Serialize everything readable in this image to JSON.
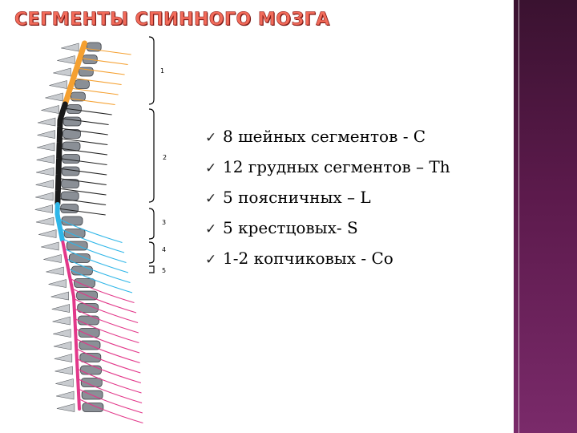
{
  "title": "СЕГМЕНТЫ СПИННОГО МОЗГА",
  "colors": {
    "cervical": "#f5a030",
    "thoracic": "#1a1a1a",
    "lumbar": "#2fb6e8",
    "sacral": "#e2388a",
    "coccygeal": "#e2388a",
    "vertebra": "#8a8f96",
    "sidebar": "#5c1a4c"
  },
  "diagram": {
    "region_labels": [
      "1",
      "2",
      "3",
      "4",
      "5"
    ]
  },
  "bullets": [
    {
      "icon": "checkmark-icon",
      "text": "8 шейных сегментов - С"
    },
    {
      "icon": "checkmark-icon",
      "text": "12 грудных сегментов – Th"
    },
    {
      "icon": "checkmark-icon",
      "text": "5 поясничных – L"
    },
    {
      "icon": "checkmark-icon",
      "text": "5 крестцовых- S"
    },
    {
      "icon": "checkmark-icon",
      "text": "1-2 копчиковых - Со"
    }
  ]
}
